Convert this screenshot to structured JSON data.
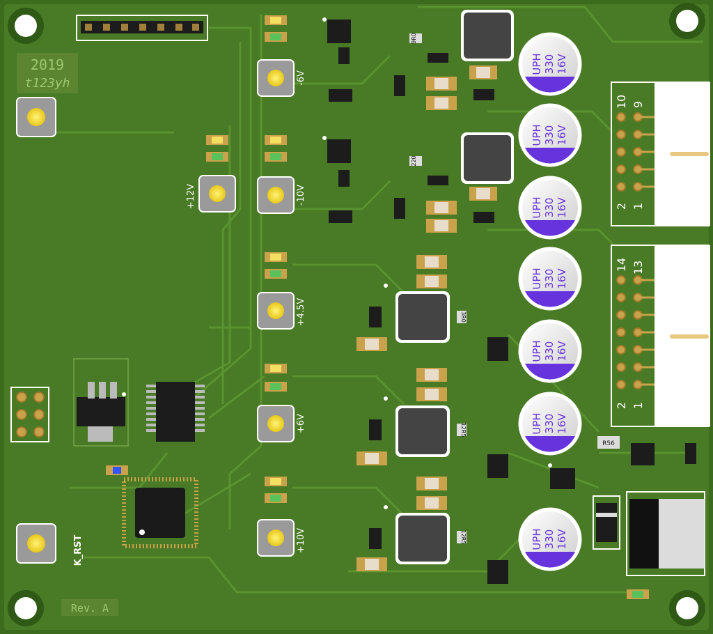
{
  "board": {
    "year": "2019",
    "author": "t123yh",
    "revision": "Rev. A",
    "reset_label": "K_RST"
  },
  "buttons": [
    {
      "label": "-6V"
    },
    {
      "label": "-10V"
    },
    {
      "label": "+12V"
    },
    {
      "label": "+4.5V"
    },
    {
      "label": "+6V"
    },
    {
      "label": "+10V"
    }
  ],
  "capacitors": [
    {
      "line1": "UPH",
      "line2": "330",
      "line3": "16V"
    },
    {
      "line1": "UPH",
      "line2": "330",
      "line3": "16V"
    },
    {
      "line1": "UPH",
      "line2": "330",
      "line3": "16V"
    },
    {
      "line1": "UPH",
      "line2": "330",
      "line3": "16V"
    },
    {
      "line1": "UPH",
      "line2": "330",
      "line3": "16V"
    },
    {
      "line1": "UPH",
      "line2": "330",
      "line3": "16V"
    },
    {
      "line1": "UPH",
      "line2": "330",
      "line3": "16V"
    }
  ],
  "connectors": [
    {
      "pin_hi_even": "10",
      "pin_hi_odd": "9",
      "pin_lo_even": "2",
      "pin_lo_odd": "1"
    },
    {
      "pin_hi_even": "14",
      "pin_hi_odd": "13",
      "pin_lo_even": "2",
      "pin_lo_odd": "1"
    }
  ],
  "inductors": [
    {
      "code": "9R0"
    },
    {
      "code": "220"
    },
    {
      "code": "3R0"
    },
    {
      "code": "12R5"
    },
    {
      "code": "12R5"
    },
    {
      "code": "R56"
    }
  ],
  "colors": {
    "board": "#3d6b1e",
    "board_light": "#4b7f28",
    "trace": "#58912f",
    "pad": "#c9a24b",
    "silkscreen": "#ffffff",
    "capacitor_band": "#6633dd",
    "led_yellow": "#f3e061",
    "led_green": "#59c25a"
  }
}
